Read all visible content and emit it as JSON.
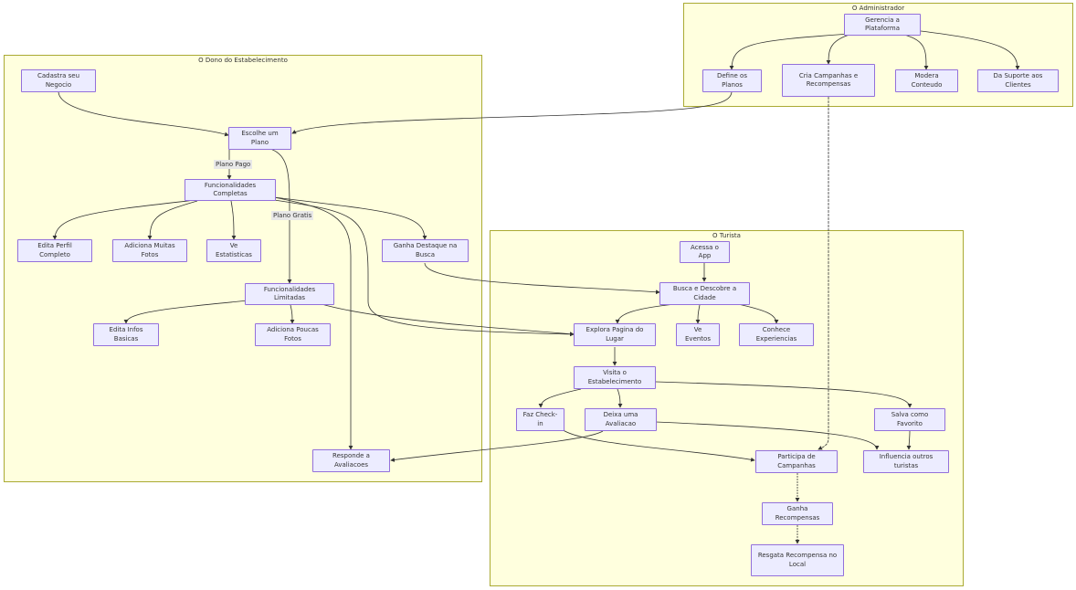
{
  "clusters": {
    "admin": "O Administrador",
    "owner": "O Dono do Estabelecimento",
    "tourist": "O Turista"
  },
  "nodes": {
    "gerencia": "Gerencia a Plataforma",
    "define_planos": "Define os Planos",
    "cria_campanhas": "Cria Campanhas e Recompensas",
    "modera": "Modera Conteudo",
    "suporte": "Da Suporte aos Clientes",
    "cadastra": "Cadastra seu Negocio",
    "escolhe_plano": "Escolhe um Plano",
    "func_completas": "Funcionalidades Completas",
    "edita_perfil": "Edita Perfil Completo",
    "adiciona_muitas": "Adiciona Muitas Fotos",
    "ve_estatisticas": "Ve Estatisticas",
    "ganha_destaque": "Ganha Destaque na Busca",
    "func_limitadas": "Funcionalidades Limitadas",
    "edita_infos": "Edita Infos Basicas",
    "adiciona_poucas": "Adiciona Poucas Fotos",
    "responde": "Responde a Avaliacoes",
    "acessa_app": "Acessa o App",
    "busca": "Busca e Descobre a Cidade",
    "explora": "Explora Pagina do Lugar",
    "ve_eventos": "Ve Eventos",
    "conhece": "Conhece Experiencias",
    "visita": "Visita o Estabelecimento",
    "checkin": "Faz Check-in",
    "avaliacao": "Deixa uma Avaliacao",
    "favorito": "Salva como Favorito",
    "participa": "Participa de Campanhas",
    "influencia": "Influencia outros turistas",
    "ganha_recomp": "Ganha Recompensas",
    "resgata": "Resgata Recompensa no Local"
  },
  "edge_labels": {
    "plano_pago": "Plano Pago",
    "plano_gratis": "Plano Gratis"
  }
}
